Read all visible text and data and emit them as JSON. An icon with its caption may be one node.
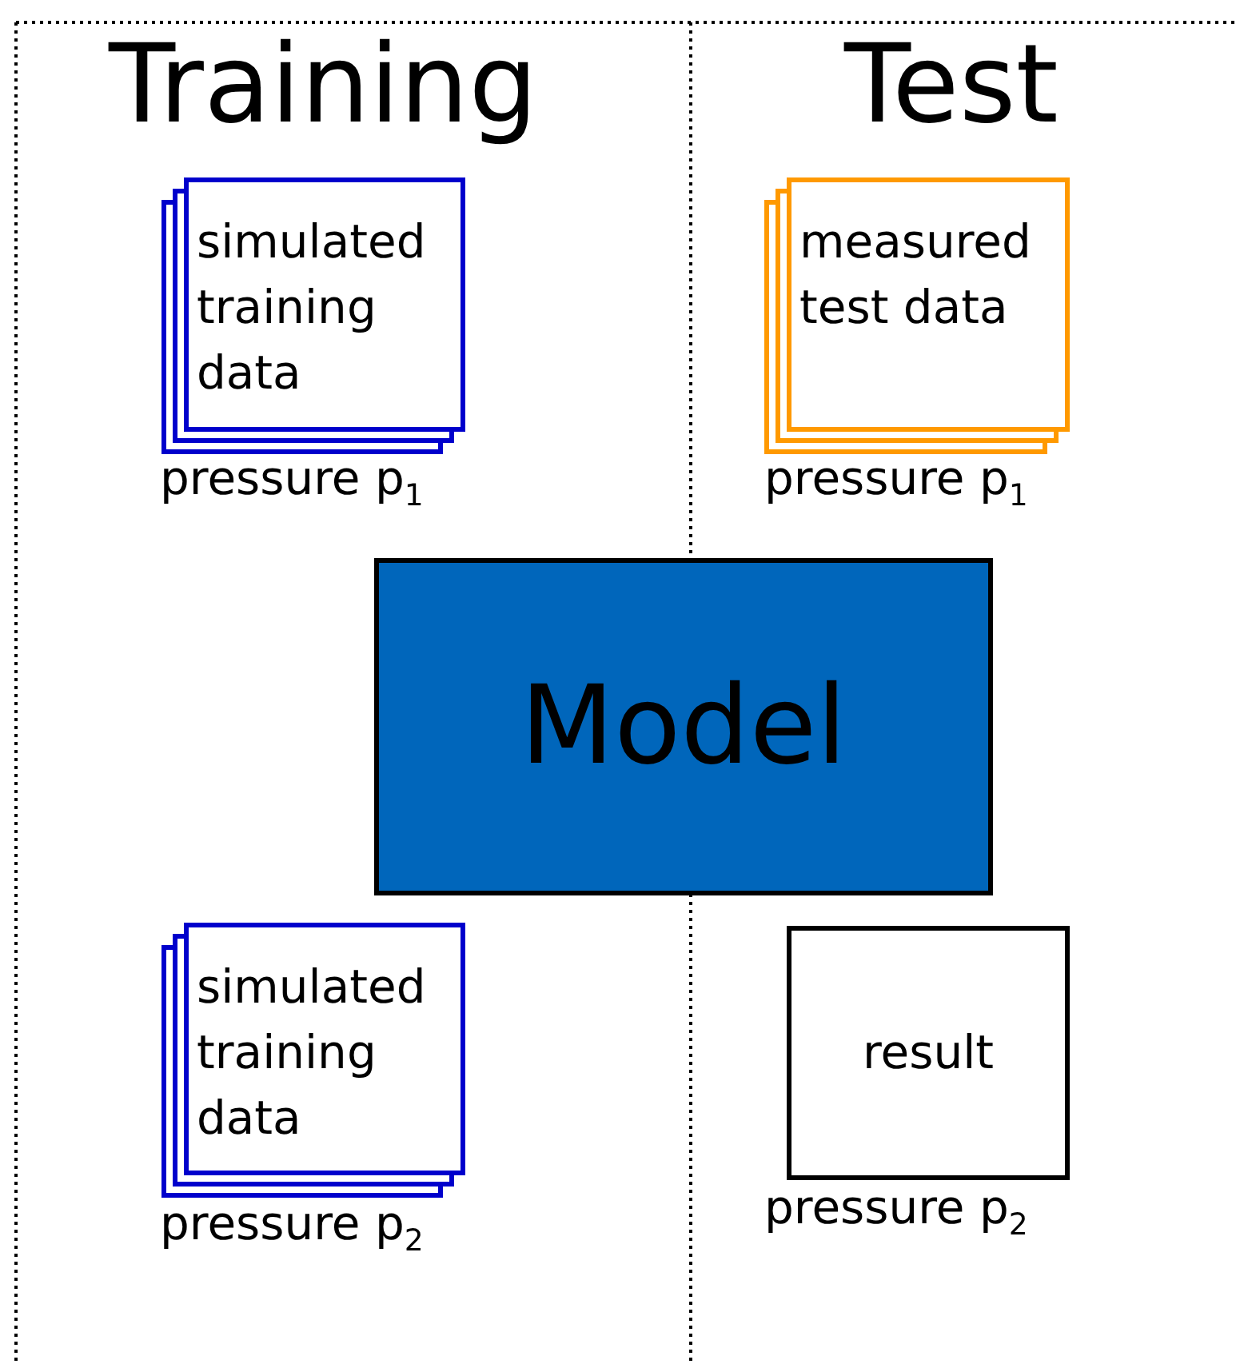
{
  "diagram": {
    "nodes": [
      {
        "text": [
          "simulated training data"
        ],
        "beside": [
          "pressure p$_{1}$"
        ]
      },
      {
        "text": [
          "measured test data"
        ],
        "beside": [
          "pressure p$_{1}$"
        ]
      },
      {
        "text": [
          "Model"
        ]
      },
      {
        "text": [
          "simulated training data"
        ],
        "beside": [
          "pressure p$_{2}$"
        ]
      },
      {
        "text": [
          "result"
        ],
        "beside": [
          "pressure p$_{2}$"
        ]
      }
    ],
    "edges": [],
    "labels": [
      "Training",
      "Test"
    ]
  }
}
